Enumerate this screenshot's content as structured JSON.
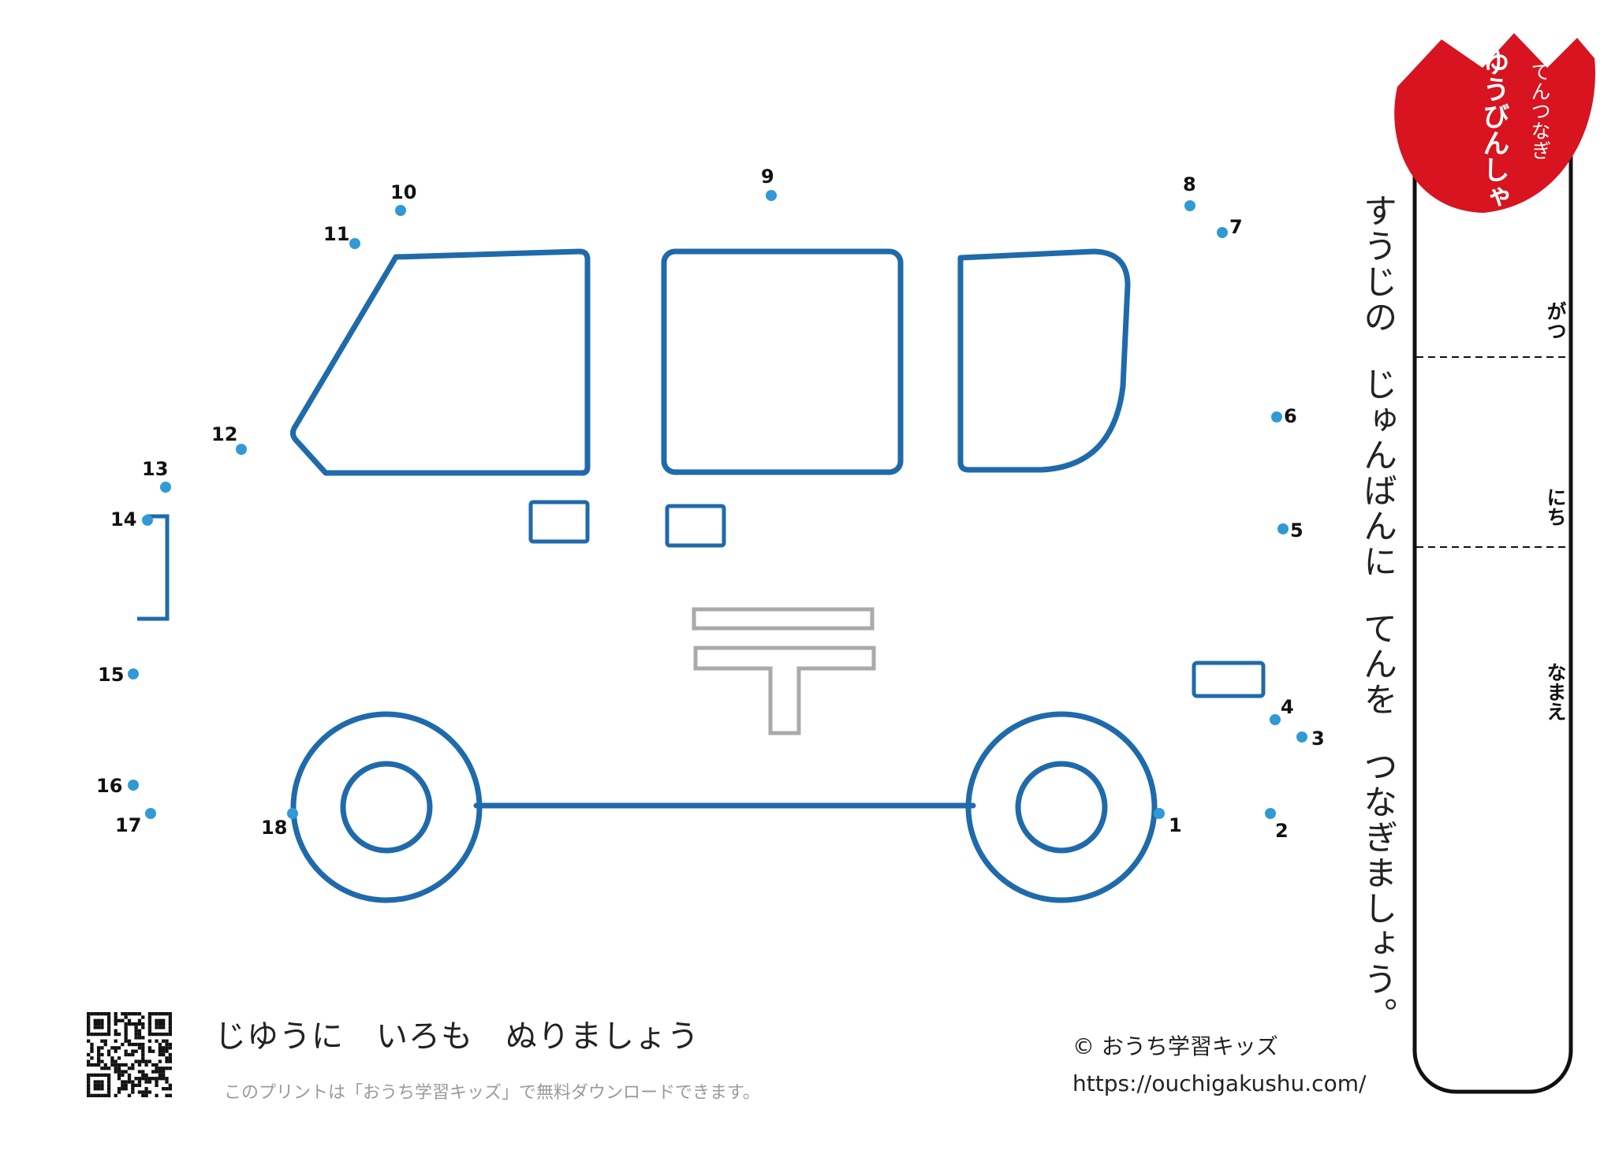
{
  "badge": {
    "subtitle": "てんつなぎ",
    "title": "ゆうびんしゃ"
  },
  "instruction": {
    "line1": "すうじの",
    "line2": "じゅんばんに",
    "line3": "てんを",
    "line4": "つなぎましょう。"
  },
  "name_box": {
    "month_label": "がつ",
    "day_label": "にち",
    "name_label": "なまえ"
  },
  "puzzle": {
    "dot_color": "#2f9ad6",
    "line_color": "#1f6aab",
    "mark_color": "#aaaaaa",
    "dots": [
      {
        "n": "1"
      },
      {
        "n": "2"
      },
      {
        "n": "3"
      },
      {
        "n": "4"
      },
      {
        "n": "5"
      },
      {
        "n": "6"
      },
      {
        "n": "7"
      },
      {
        "n": "8"
      },
      {
        "n": "9"
      },
      {
        "n": "10"
      },
      {
        "n": "11"
      },
      {
        "n": "12"
      },
      {
        "n": "13"
      },
      {
        "n": "14"
      },
      {
        "n": "15"
      },
      {
        "n": "16"
      },
      {
        "n": "17"
      },
      {
        "n": "18"
      }
    ]
  },
  "footer": {
    "color_prompt": "じゆうに　いろも　ぬりましょう",
    "download_note": "このプリントは「おうち学習キッズ」で無料ダウンロードできます。",
    "copyright": "© おうち学習キッズ",
    "url": "https://ouchigakushu.com/"
  },
  "colors": {
    "badge_red": "#d7141f",
    "frame": "#111111"
  }
}
